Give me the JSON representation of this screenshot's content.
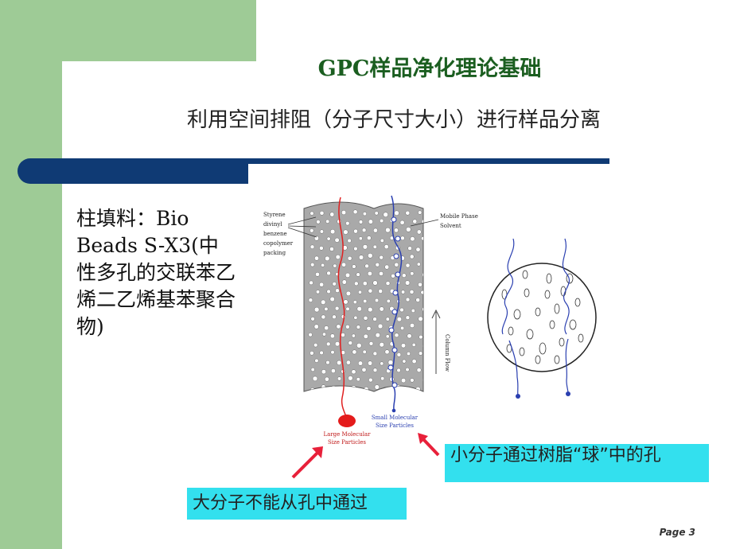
{
  "slide": {
    "title": "GPC样品净化理论基础",
    "subtitle": "利用空间排阻（分子尺寸大小）进行样品分离",
    "side_text": "柱填料：Bio Beads S-X3(中性多孔的交联苯乙烯二乙烯基苯聚合物)",
    "callout_small": "小分子通过树脂“球”中的孔",
    "callout_large": "大分子不能从孔中通过",
    "page_label": "Page 3"
  },
  "diagram": {
    "packing_label": [
      "Styrene",
      "divinyl",
      "benzene",
      "copolymer",
      "packing"
    ],
    "mobile_phase_label": [
      "Mobile Phase",
      "Solvent"
    ],
    "column_flow_label": "Column Flow",
    "large_particles_label": [
      "Large Molecular",
      "Size Particles"
    ],
    "small_particles_label": [
      "Small Molecular",
      "Size Particles"
    ]
  },
  "colors": {
    "green_band": "#9ecb96",
    "navy_bar": "#0f3a74",
    "title_green": "#1b5e20",
    "callout_cyan": "#33e0ee",
    "large_path_red": "#e02020",
    "small_path_blue": "#2a3fb0",
    "arrow_red": "#e8203a"
  }
}
